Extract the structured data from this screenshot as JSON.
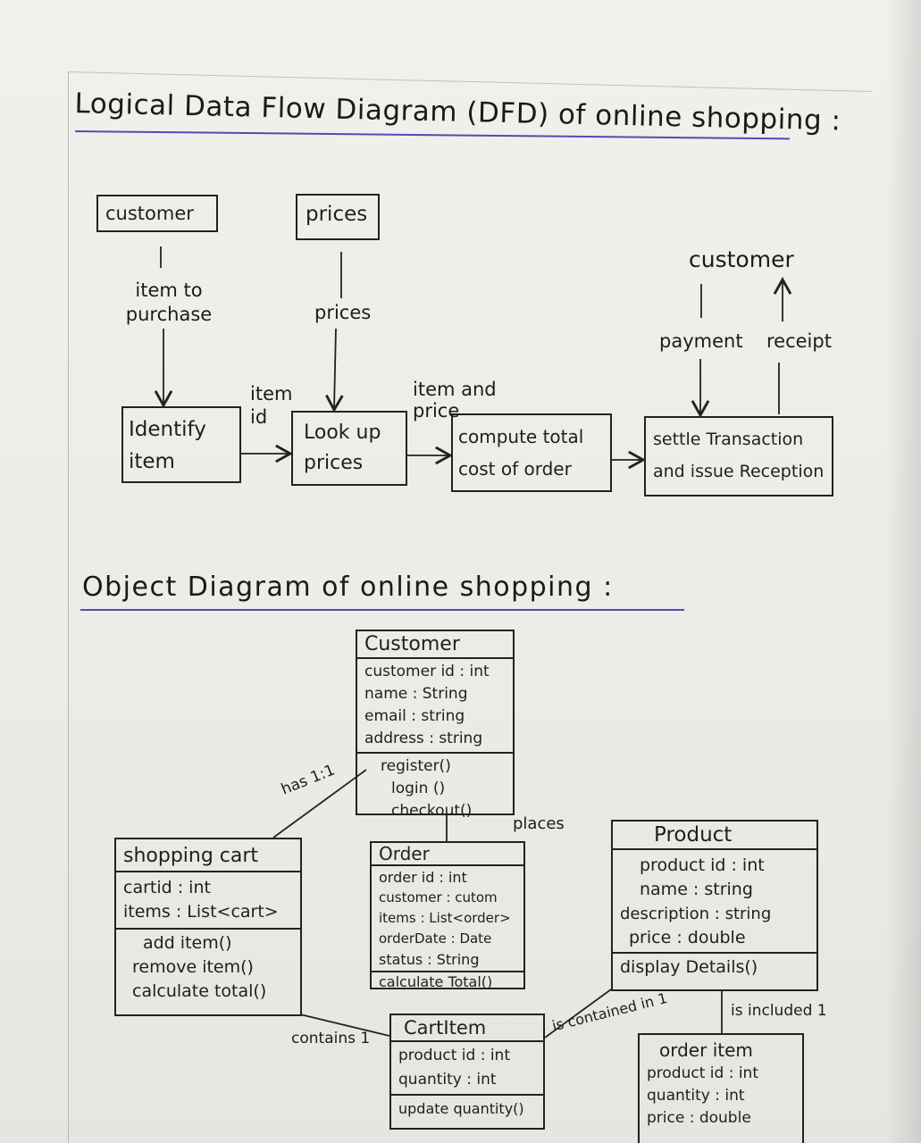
{
  "dfd": {
    "title": "Logical Data Flow Diagram (DFD) of online shopping :",
    "external": {
      "customer_src": "customer",
      "prices_src": "prices",
      "customer_dst": "customer"
    },
    "processes": [
      "Identify item",
      "Look up prices",
      "compute total cost of order",
      "settle Transaction and issue Reception"
    ],
    "flows": {
      "item_to_purchase": "item to purchase",
      "prices": "prices",
      "item_id": "item id",
      "item_and_price": "item and price",
      "payment": "payment",
      "receipt": "receipt"
    }
  },
  "object_diagram": {
    "title": "Object Diagram of online shopping :",
    "customer": {
      "name": "Customer",
      "attributes": [
        "customer id : int",
        "name : String",
        "email : string",
        "address : string"
      ],
      "methods": [
        "register()",
        "login ()",
        "checkout()"
      ]
    },
    "shopping_cart": {
      "name": "shopping cart",
      "attributes": [
        "cartid : int",
        "items : List<cart>"
      ],
      "methods": [
        "add item()",
        "remove item()",
        "calculate total()"
      ]
    },
    "order": {
      "name": "Order",
      "attributes": [
        "order id : int",
        "customer : cutom",
        "items : List<order>",
        "orderDate : Date",
        "status : String"
      ],
      "methods": [
        "calculate Total()"
      ]
    },
    "product": {
      "name": "Product",
      "attributes": [
        "product id : int",
        "name : string",
        "description : string",
        "price : double"
      ],
      "methods": [
        "display Details()"
      ]
    },
    "cart_item": {
      "name": "CartItem",
      "attributes": [
        "product id : int",
        "quantity : int"
      ],
      "methods": [
        "update quantity()"
      ]
    },
    "order_item": {
      "name": "order item",
      "attributes": [
        "product id : int",
        "quantity : int",
        "price : double"
      ]
    },
    "relations": {
      "has": "has 1:1",
      "places": "places",
      "contains": "contains 1",
      "contained_in": "is contained in 1",
      "included": "is included 1"
    }
  }
}
